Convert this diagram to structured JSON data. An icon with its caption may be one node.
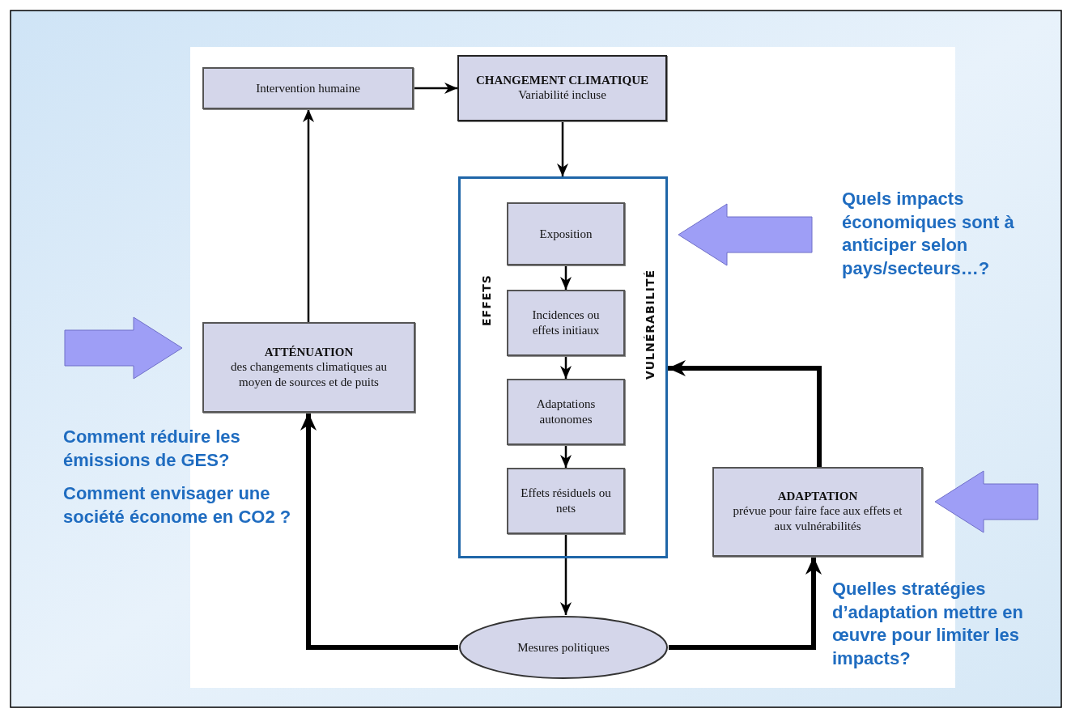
{
  "diagram": {
    "nodes": [
      {
        "text": [
          "Intervention humaine"
        ]
      },
      {
        "text": [
          "CHANGEMENT CLIMATIQUE",
          "Variabilité incluse"
        ]
      },
      {
        "text": [
          "EFFETS",
          "VULNÉRABILITÉ"
        ]
      },
      {
        "text": [
          "Exposition"
        ],
        "in": 2
      },
      {
        "text": [
          "Incidences ou effets initiaux"
        ],
        "in": 2
      },
      {
        "text": [
          "Adaptations autonomes"
        ],
        "in": 2
      },
      {
        "text": [
          "Effets résiduels ou nets"
        ],
        "in": 2
      },
      {
        "text": [
          "ATTÉNUATION",
          "des changements climatiques au moyen de sources et de puits"
        ]
      },
      {
        "text": [
          "ADAPTATION",
          "prévue pour faire face aux effets et aux vulnérabilités"
        ]
      },
      {
        "text": [
          "Mesures politiques"
        ]
      }
    ],
    "edges": [
      {
        "from": 0,
        "to": 1,
        "arrow": "to"
      },
      {
        "from": 1,
        "to": 2,
        "arrow": "to"
      },
      {
        "from": 3,
        "to": 4,
        "arrow": "to"
      },
      {
        "from": 4,
        "to": 5,
        "arrow": "to"
      },
      {
        "from": 5,
        "to": 6,
        "arrow": "to"
      },
      {
        "from": 6,
        "to": 9,
        "arrow": "to"
      },
      {
        "from": 9,
        "to": 7,
        "arrow": "to",
        "style": "thick"
      },
      {
        "from": 9,
        "to": 8,
        "arrow": "to",
        "style": "thick"
      },
      {
        "from": 8,
        "to": 2,
        "arrow": "to",
        "style": "thick"
      },
      {
        "from": 7,
        "to": 0,
        "arrow": "to"
      },
      {
        "from": null,
        "to": 7,
        "arrow": "to",
        "style": "thick",
        "color": "#9e9ef6"
      },
      {
        "from": null,
        "to": 2,
        "arrow": "to",
        "style": "thick",
        "color": "#9e9ef6"
      },
      {
        "from": null,
        "to": 8,
        "arrow": "to",
        "style": "thick",
        "color": "#9e9ef6"
      }
    ],
    "labels": [
      "Quels impacts économiques sont à anticiper selon pays/secteurs…?",
      "Comment réduire les émissions de GES?",
      "Comment envisager une société économe en CO2 ?",
      "Quelles stratégies d’adaptation mettre en œuvre pour limiter les impacts?"
    ]
  }
}
